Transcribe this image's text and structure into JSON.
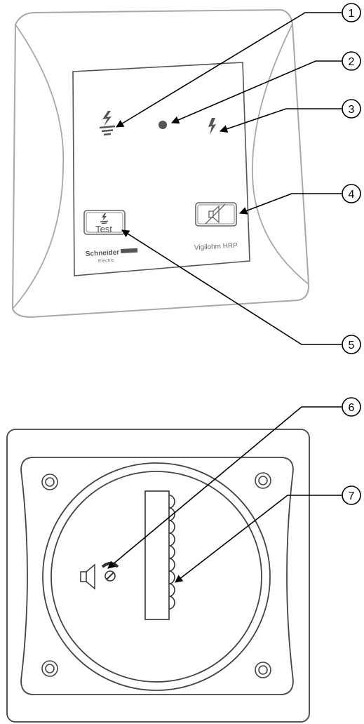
{
  "front_panel": {
    "test_button_label": "Test",
    "brand_name": "Schneider",
    "brand_sub": "Electric",
    "model_name": "Vigilohm HRP"
  },
  "callouts": [
    {
      "number": "1",
      "target": "insulation-fault-indicator"
    },
    {
      "number": "2",
      "target": "status-led"
    },
    {
      "number": "3",
      "target": "fault-indicator"
    },
    {
      "number": "4",
      "target": "mute-button"
    },
    {
      "number": "5",
      "target": "test-button"
    },
    {
      "number": "6",
      "target": "buzzer-volume-adjuster"
    },
    {
      "number": "7",
      "target": "terminal-block"
    }
  ],
  "colors": {
    "line": "#000000",
    "bezel": "#9a9a9a",
    "panel_text": "#6a6a6a"
  }
}
